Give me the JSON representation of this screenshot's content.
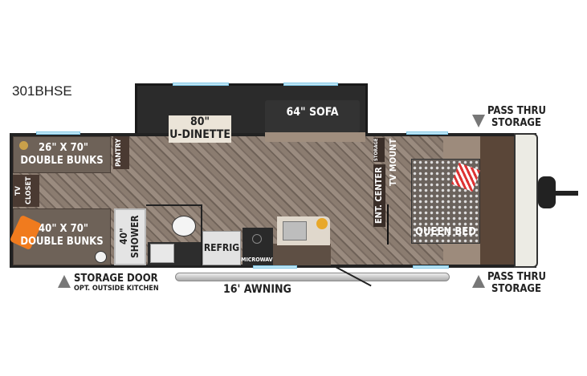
{
  "model": "301BHSE",
  "rooms": {
    "dinette": {
      "size": "80\"",
      "name": "U-DINETTE"
    },
    "sofa": "64\" SOFA",
    "top_bunks": {
      "size": "26\" X 70\"",
      "name": "DOUBLE BUNKS"
    },
    "bottom_bunks": {
      "size": "40\" X 70\"",
      "name": "DOUBLE BUNKS"
    },
    "pantry": "PANTRY",
    "tv_closet": {
      "line1": "TV",
      "line2": "CLOSET"
    },
    "shower": {
      "size": "40\"",
      "name": "SHOWER"
    },
    "refrig": "REFRIG",
    "microwave": "MICROWAVE",
    "storage": "STORAGE",
    "ent_center": "ENT. CENTER",
    "tv_mount": "TV MOUNT",
    "queen_bed": "QUEEN BED"
  },
  "exterior": {
    "pass_thru_top": {
      "line1": "PASS THRU",
      "line2": "STORAGE"
    },
    "pass_thru_bottom": {
      "line1": "PASS THRU",
      "line2": "STORAGE"
    },
    "storage_door": {
      "line1": "STORAGE DOOR",
      "line2": "OPT. OUTSIDE KITCHEN"
    },
    "awning": "16' AWNING"
  },
  "colors": {
    "wall": "#222222",
    "floor": "#8b7c70",
    "bunk": "#6e6258",
    "slideout": "#2b2b2b"
  }
}
